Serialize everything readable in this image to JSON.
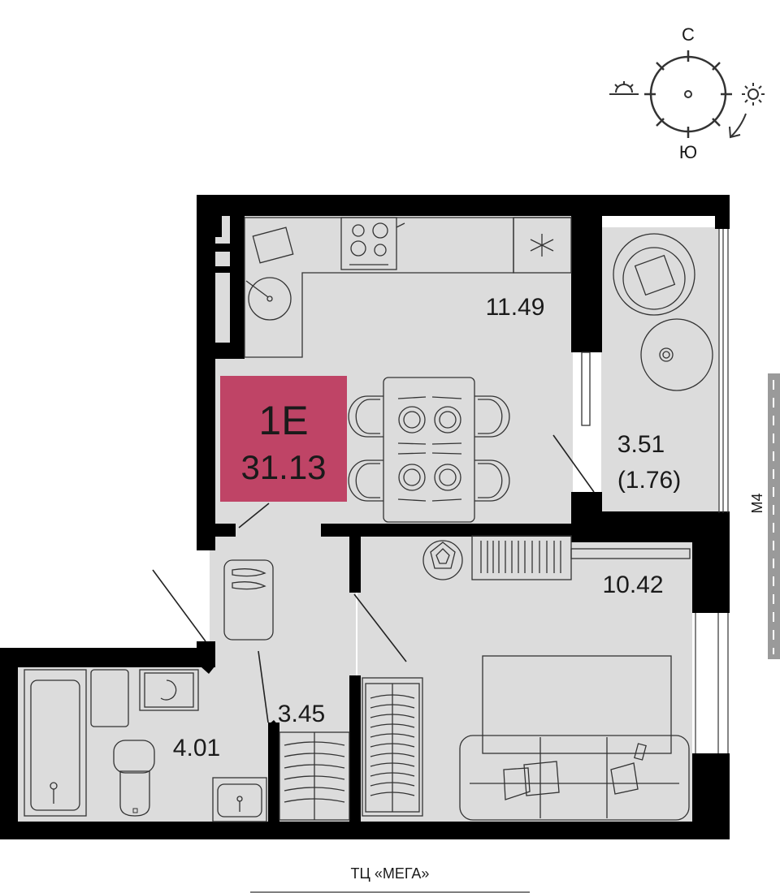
{
  "compass": {
    "north": "С",
    "south": "Ю"
  },
  "apartment": {
    "type": "1Е",
    "total_area": "31.13",
    "badge_color": "#bf4466"
  },
  "rooms": {
    "kitchen_living": "11.49",
    "balcony": "3.51",
    "balcony_reduced": "(1.76)",
    "bedroom": "10.42",
    "bathroom": "4.01",
    "hallway": "3.45"
  },
  "street_side": "М4",
  "bottom_label": "ТЦ «МЕГА»",
  "colors": {
    "wall": "#000000",
    "floor": "#dcdcdc",
    "road": "#9a9a9a"
  }
}
